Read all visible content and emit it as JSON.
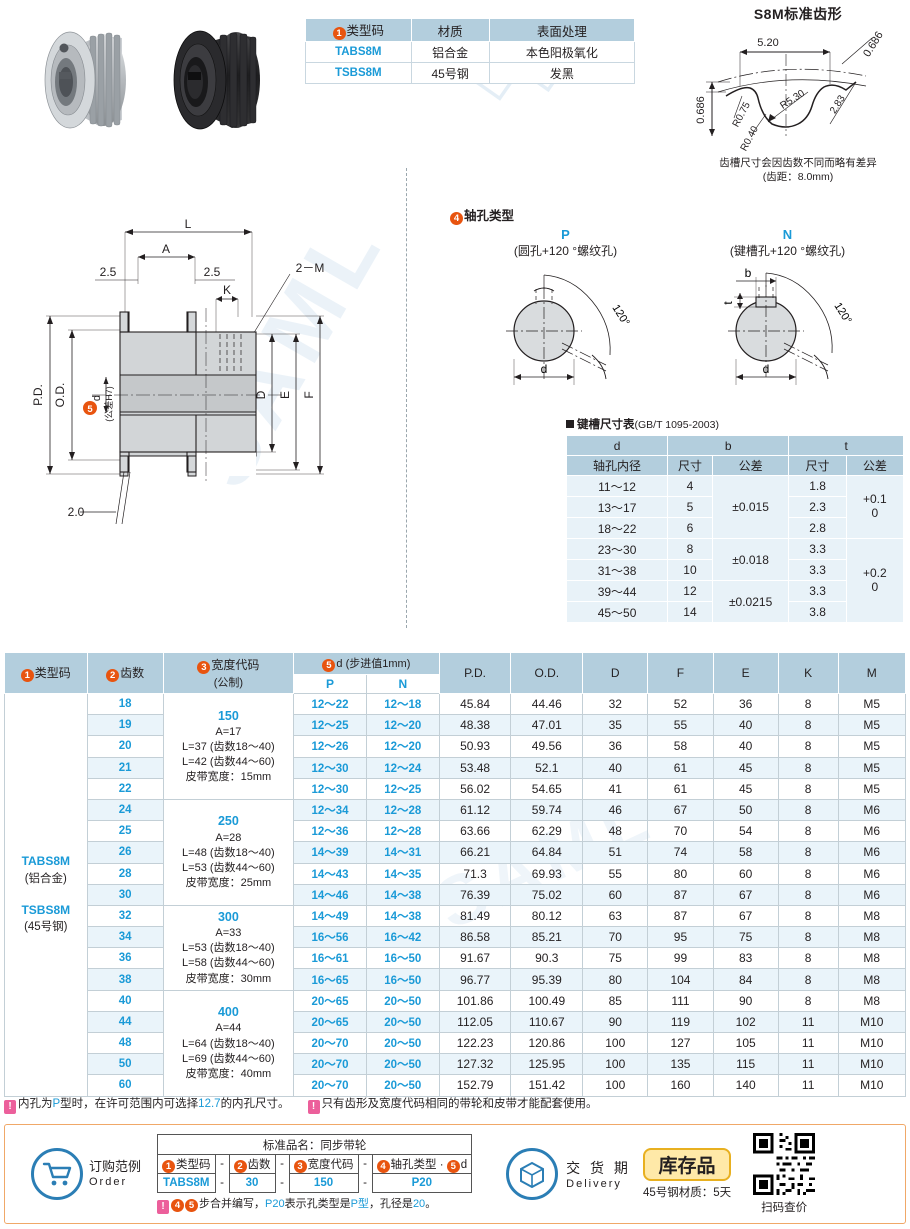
{
  "type_table": {
    "headers": [
      "类型码",
      "材质",
      "表面处理"
    ],
    "header_marker": "1",
    "rows": [
      {
        "code": "TABS8M",
        "material": "铝合金",
        "finish": "本色阳极氧化"
      },
      {
        "code": "TSBS8M",
        "material": "45号钢",
        "finish": "发黑"
      }
    ]
  },
  "tooth_profile": {
    "title": "S8M标准齿形",
    "dims": {
      "top_width": "5.20",
      "right_depth": "0.686",
      "left_depth": "0.686",
      "r_small": "R0.75",
      "r_large": "R5.30",
      "r_root": "R0.40",
      "flank": "2.83"
    },
    "note_line1": "齿槽尺寸会因齿数不同而略有差异",
    "note_line2": "(齿距：8.0mm)"
  },
  "main_drawing": {
    "labels": {
      "L": "L",
      "A": "A",
      "K": "K",
      "D": "D",
      "E": "E",
      "F": "F",
      "pd": "P.D.",
      "od": "O.D.",
      "two_m": "2－M",
      "left_25": "2.5",
      "right_25": "2.5",
      "chamfer": "2.0",
      "bore_marker": "5",
      "bore_letter": "d",
      "bore_tol": "(公差H7)"
    }
  },
  "shaft_types": {
    "section_marker": "4",
    "section_title": "轴孔类型",
    "columns": [
      {
        "letter": "P",
        "desc": "(圆孔+120 °螺纹孔)",
        "angle": "120",
        "dim_d": "d"
      },
      {
        "letter": "N",
        "desc": "(键槽孔+120 °螺纹孔)",
        "angle": "120",
        "dim_d": "d",
        "dim_b": "b",
        "dim_t": "t"
      }
    ]
  },
  "keyway_table": {
    "title": "键槽尺寸表",
    "standard": "(GB/T 1095-2003)",
    "group_headers": [
      "d",
      "b",
      "t"
    ],
    "sub_headers": [
      "轴孔内径",
      "尺寸",
      "公差",
      "尺寸",
      "公差"
    ],
    "rows": [
      {
        "d": "11～12",
        "b": "4",
        "b_tol": "±0.015",
        "t": "1.8",
        "t_tol": "+0.1\n0"
      },
      {
        "d": "13～17",
        "b": "5",
        "b_tol": "",
        "t": "2.3",
        "t_tol": ""
      },
      {
        "d": "18～22",
        "b": "6",
        "b_tol": "",
        "t": "2.8",
        "t_tol": ""
      },
      {
        "d": "23～30",
        "b": "8",
        "b_tol": "±0.018",
        "t": "3.3",
        "t_tol": "+0.2\n0"
      },
      {
        "d": "31～38",
        "b": "10",
        "b_tol": "",
        "t": "3.3",
        "t_tol": ""
      },
      {
        "d": "39～44",
        "b": "12",
        "b_tol": "±0.0215",
        "t": "3.3",
        "t_tol": ""
      },
      {
        "d": "45～50",
        "b": "14",
        "b_tol": "",
        "t": "3.8",
        "t_tol": ""
      }
    ],
    "b_tol_values": [
      "±0.015",
      "±0.018",
      "±0.0215"
    ],
    "t_tol_values": [
      "+0.1\n0",
      "+0.2\n0"
    ]
  },
  "spec_table": {
    "headers": {
      "type_code": "类型码",
      "teeth": "齿数",
      "width_code": "宽度代码",
      "width_code_sub": "(公制)",
      "d_group": "d (步进值1mm)",
      "d_p": "P",
      "d_n": "N",
      "pd": "P.D.",
      "od": "O.D.",
      "D": "D",
      "F": "F",
      "E": "E",
      "K": "K",
      "M": "M"
    },
    "type_codes": [
      {
        "code": "TABS8M",
        "material": "(铝合金)"
      },
      {
        "code": "TSBS8M",
        "material": "(45号钢)"
      }
    ],
    "width_groups": [
      {
        "code": "150",
        "a": "A=17",
        "l1": "L=37 (齿数18～40)",
        "l2": "L=42 (齿数44～60)",
        "belt": "皮带宽度：15mm"
      },
      {
        "code": "250",
        "a": "A=28",
        "l1": "L=48 (齿数18～40)",
        "l2": "L=53 (齿数44～60)",
        "belt": "皮带宽度：25mm"
      },
      {
        "code": "300",
        "a": "A=33",
        "l1": "L=53 (齿数18～40)",
        "l2": "L=58 (齿数44～60)",
        "belt": "皮带宽度：30mm"
      },
      {
        "code": "400",
        "a": "A=44",
        "l1": "L=64 (齿数18～40)",
        "l2": "L=69 (齿数44～60)",
        "belt": "皮带宽度：40mm"
      }
    ],
    "rows": [
      {
        "teeth": "18",
        "p": "12～22",
        "n": "12～18",
        "pd": "45.84",
        "od": "44.46",
        "D": "32",
        "F": "52",
        "E": "36",
        "K": "8",
        "M": "M5"
      },
      {
        "teeth": "19",
        "p": "12～25",
        "n": "12～20",
        "pd": "48.38",
        "od": "47.01",
        "D": "35",
        "F": "55",
        "E": "40",
        "K": "8",
        "M": "M5"
      },
      {
        "teeth": "20",
        "p": "12～26",
        "n": "12～20",
        "pd": "50.93",
        "od": "49.56",
        "D": "36",
        "F": "58",
        "E": "40",
        "K": "8",
        "M": "M5"
      },
      {
        "teeth": "21",
        "p": "12～30",
        "n": "12～24",
        "pd": "53.48",
        "od": "52.1",
        "D": "40",
        "F": "61",
        "E": "45",
        "K": "8",
        "M": "M5"
      },
      {
        "teeth": "22",
        "p": "12～30",
        "n": "12～25",
        "pd": "56.02",
        "od": "54.65",
        "D": "41",
        "F": "61",
        "E": "45",
        "K": "8",
        "M": "M5"
      },
      {
        "teeth": "24",
        "p": "12～34",
        "n": "12～28",
        "pd": "61.12",
        "od": "59.74",
        "D": "46",
        "F": "67",
        "E": "50",
        "K": "8",
        "M": "M6"
      },
      {
        "teeth": "25",
        "p": "12～36",
        "n": "12～28",
        "pd": "63.66",
        "od": "62.29",
        "D": "48",
        "F": "70",
        "E": "54",
        "K": "8",
        "M": "M6"
      },
      {
        "teeth": "26",
        "p": "14～39",
        "n": "14～31",
        "pd": "66.21",
        "od": "64.84",
        "D": "51",
        "F": "74",
        "E": "58",
        "K": "8",
        "M": "M6"
      },
      {
        "teeth": "28",
        "p": "14～43",
        "n": "14～35",
        "pd": "71.3",
        "od": "69.93",
        "D": "55",
        "F": "80",
        "E": "60",
        "K": "8",
        "M": "M6"
      },
      {
        "teeth": "30",
        "p": "14～46",
        "n": "14～38",
        "pd": "76.39",
        "od": "75.02",
        "D": "60",
        "F": "87",
        "E": "67",
        "K": "8",
        "M": "M6"
      },
      {
        "teeth": "32",
        "p": "14～49",
        "n": "14～38",
        "pd": "81.49",
        "od": "80.12",
        "D": "63",
        "F": "87",
        "E": "67",
        "K": "8",
        "M": "M8"
      },
      {
        "teeth": "34",
        "p": "16～56",
        "n": "16～42",
        "pd": "86.58",
        "od": "85.21",
        "D": "70",
        "F": "95",
        "E": "75",
        "K": "8",
        "M": "M8"
      },
      {
        "teeth": "36",
        "p": "16～61",
        "n": "16～50",
        "pd": "91.67",
        "od": "90.3",
        "D": "75",
        "F": "99",
        "E": "83",
        "K": "8",
        "M": "M8"
      },
      {
        "teeth": "38",
        "p": "16～65",
        "n": "16～50",
        "pd": "96.77",
        "od": "95.39",
        "D": "80",
        "F": "104",
        "E": "84",
        "K": "8",
        "M": "M8"
      },
      {
        "teeth": "40",
        "p": "20～65",
        "n": "20～50",
        "pd": "101.86",
        "od": "100.49",
        "D": "85",
        "F": "111",
        "E": "90",
        "K": "8",
        "M": "M8"
      },
      {
        "teeth": "44",
        "p": "20～65",
        "n": "20～50",
        "pd": "112.05",
        "od": "110.67",
        "D": "90",
        "F": "119",
        "E": "102",
        "K": "11",
        "M": "M10"
      },
      {
        "teeth": "48",
        "p": "20～70",
        "n": "20～50",
        "pd": "122.23",
        "od": "120.86",
        "D": "100",
        "F": "127",
        "E": "105",
        "K": "11",
        "M": "M10"
      },
      {
        "teeth": "50",
        "p": "20～70",
        "n": "20～50",
        "pd": "127.32",
        "od": "125.95",
        "D": "100",
        "F": "135",
        "E": "115",
        "K": "11",
        "M": "M10"
      },
      {
        "teeth": "60",
        "p": "20～70",
        "n": "20～50",
        "pd": "152.79",
        "od": "151.42",
        "D": "100",
        "F": "160",
        "E": "140",
        "K": "11",
        "M": "M10"
      }
    ]
  },
  "notes": {
    "note1_pre": "内孔为",
    "note1_p": "P",
    "note1_mid": "型时，在许可范围内可选择",
    "note1_val": "12.7",
    "note1_post": "的内孔尺寸。",
    "note2": "只有齿形及宽度代码相同的带轮和皮带才能配套使用。"
  },
  "order": {
    "label_cn": "订购范例",
    "label_en": "Order",
    "standard_name": "标准品名：同步带轮",
    "cells": [
      {
        "marker": "1",
        "label": "类型码",
        "value": "TABS8M"
      },
      {
        "marker": "2",
        "label": "齿数",
        "value": "30"
      },
      {
        "marker": "3",
        "label": "宽度代码",
        "value": "150"
      },
      {
        "marker": "4",
        "label": "轴孔类型 · ",
        "marker2": "5",
        "label2": "d",
        "value": "P20"
      }
    ],
    "separator": "-",
    "note_pre": "步合并编写，",
    "note_code": "P20",
    "note_mid": "表示孔类型是",
    "note_p": "P型",
    "note_mid2": "，孔径是",
    "note_val": "20",
    "note_end": "。",
    "note_markers": [
      "4",
      "5"
    ]
  },
  "delivery": {
    "title_cn": "交 货 期",
    "title_en": "Delivery",
    "badge": "库存品",
    "lead_time": "45号钢材质：5天",
    "qr_caption": "扫码查价"
  },
  "colors": {
    "header_bg": "#b3cedd",
    "row_alt": "#eaf4fa",
    "link_blue": "#1a9ad7",
    "marker_orange": "#e8540f",
    "marker_pink": "#ec5f9b",
    "order_border": "#f0a868",
    "badge_yellow": "#ffe9a8"
  }
}
